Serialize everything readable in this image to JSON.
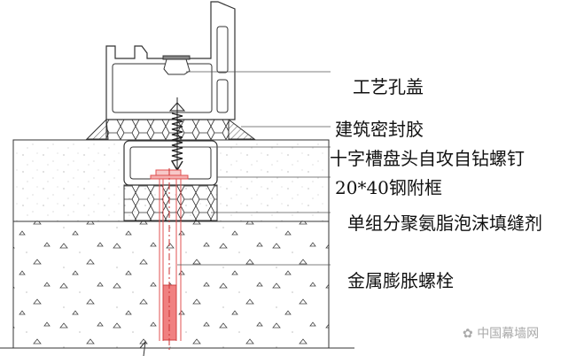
{
  "labels": [
    "工艺孔盖",
    "建筑密封胶",
    "十字槽盘头自攻自钻螺钉",
    "20*40钢附框",
    "单组分聚氨脂泡沫填缝剂",
    "金属膨胀螺栓"
  ],
  "watermark": "中国幕墙网",
  "colors": {
    "line": "#333333",
    "bolt": "#e05050",
    "leader": "#555555"
  }
}
